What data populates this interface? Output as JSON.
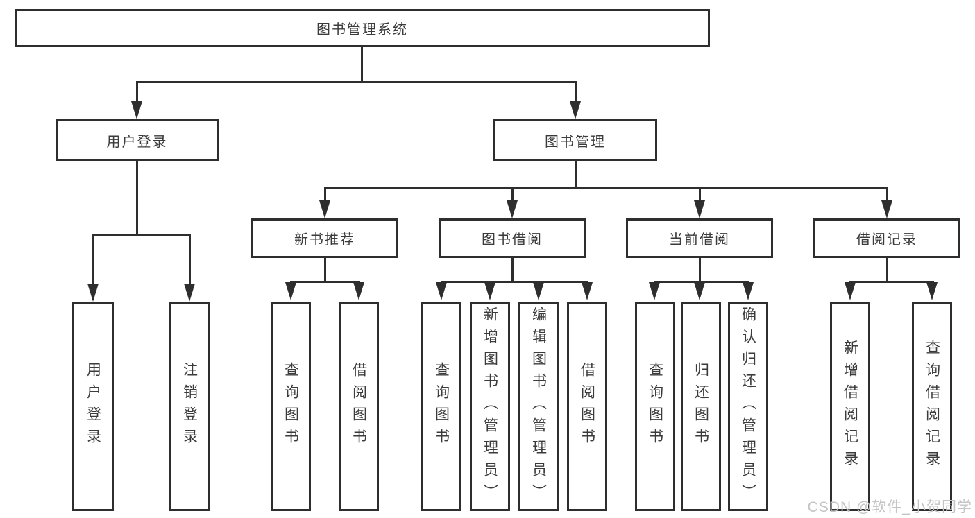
{
  "root": {
    "label": "图书管理系统"
  },
  "l2": {
    "user_login": {
      "label": "用户登录"
    },
    "book_mgmt": {
      "label": "图书管理"
    }
  },
  "l3": [
    {
      "label": "新书推荐"
    },
    {
      "label": "图书借阅"
    },
    {
      "label": "当前借阅"
    },
    {
      "label": "借阅记录"
    }
  ],
  "leaves": {
    "user_login": [
      "用户登录",
      "注销登录"
    ],
    "new_book": [
      "查询图书",
      "借阅图书"
    ],
    "borrow": [
      "查询图书",
      "新增图书（管理员）",
      "编辑图书（管理员）",
      "借阅图书"
    ],
    "current": [
      "查询图书",
      "归还图书",
      "确认归还（管理员）"
    ],
    "record": [
      "新增借阅记录",
      "查询借阅记录"
    ]
  },
  "watermark": {
    "text": "CSDN @软件_小贺同学"
  },
  "colors": {
    "line": "#2e2e2e",
    "box_border": "#2e2e2e",
    "text": "#3b3b3b",
    "watermark": "#c4c4c6",
    "background": "#ffffff"
  }
}
